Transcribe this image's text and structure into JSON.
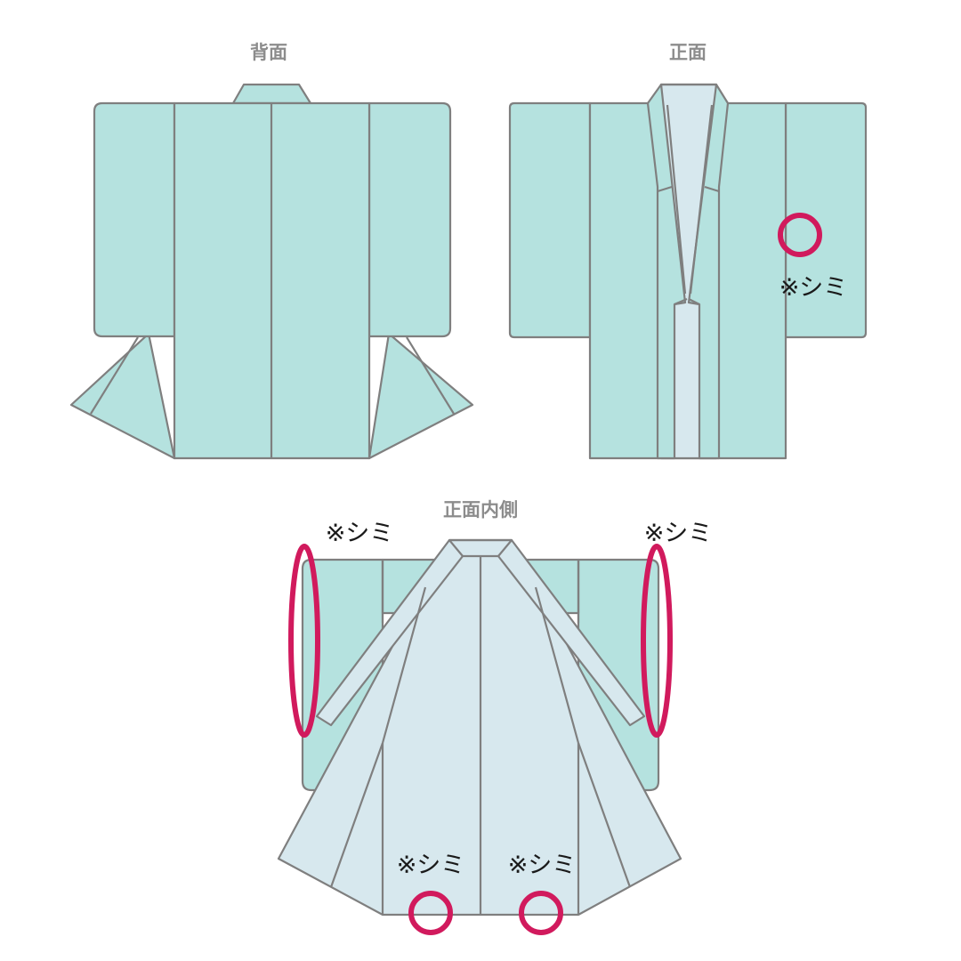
{
  "views": {
    "back": {
      "title": "背面"
    },
    "front": {
      "title": "正面"
    },
    "inside": {
      "title": "正面内側"
    }
  },
  "marks": {
    "front_stain": "※シミ",
    "inside_left_sleeve": "※シミ",
    "inside_right_sleeve": "※シミ",
    "inside_hem_left": "※シミ",
    "inside_hem_right": "※シミ"
  },
  "colors": {
    "outer_fabric": "#b5e2df",
    "inner_lining": "#d7e8ee",
    "outline": "#7f7f7f",
    "stain_marker": "#d11a5d"
  }
}
